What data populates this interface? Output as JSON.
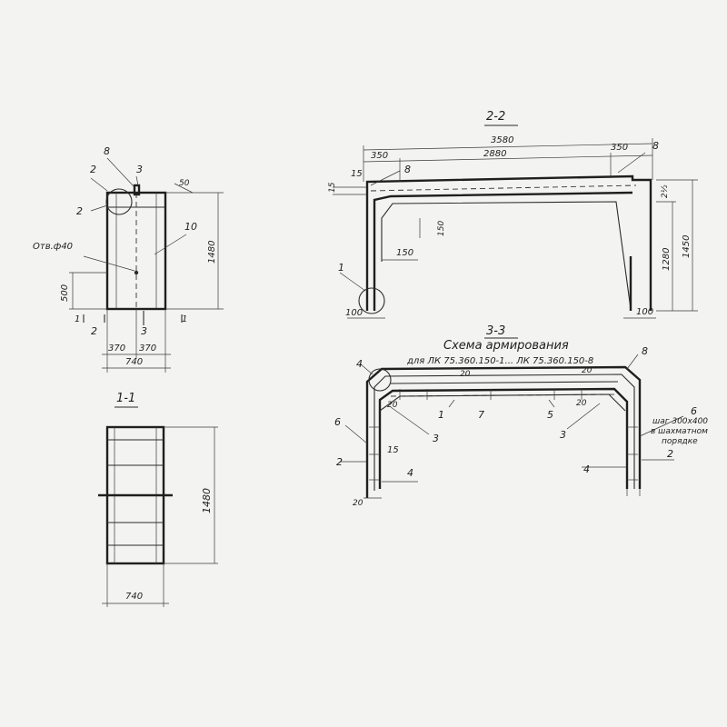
{
  "views": {
    "front": {
      "marks": {
        "m2": "2",
        "m3": "3",
        "m8": "8",
        "m10": "10",
        "m1": "1"
      },
      "hole_label": "Отв.ф40",
      "dims": {
        "d50": "50",
        "d1480": "1480",
        "d500": "500",
        "d370a": "370",
        "d370b": "370",
        "d740": "740"
      }
    },
    "section_1_1": {
      "title": "1-1",
      "dims": {
        "d1480": "1480",
        "d740": "740"
      }
    },
    "section_2_2": {
      "title": "2-2",
      "marks": {
        "m8a": "8",
        "m8b": "8",
        "m1": "1"
      },
      "dims": {
        "d3580": "3580",
        "d350a": "350",
        "d2880": "2880",
        "d350b": "350",
        "d15a": "15",
        "d15b": "15",
        "d150v": "150",
        "d150h": "150",
        "d1280": "1280",
        "d1450": "1450",
        "d100a": "100",
        "d100b": "100",
        "d2v": "2½"
      }
    },
    "section_3_3": {
      "title": "3-3",
      "heading": "Схема армирования",
      "subheading": "для ЛК 75.360.150-1... ЛК 75.360.150-8",
      "marks": {
        "m4a": "4",
        "m8": "8",
        "m1": "1",
        "m7": "7",
        "m5": "5",
        "m3a": "3",
        "m3b": "3",
        "m6a": "6",
        "m6b": "6",
        "m2a": "2",
        "m2b": "2",
        "m4b": "4",
        "m4c": "4"
      },
      "dims": {
        "d20a": "20",
        "d20b": "20",
        "d20c": "20",
        "d20d": "20",
        "d15": "15",
        "d20e": "20"
      },
      "note_line1": "шаг 300х400",
      "note_line2": "в шахматном",
      "note_line3": "порядке"
    }
  }
}
